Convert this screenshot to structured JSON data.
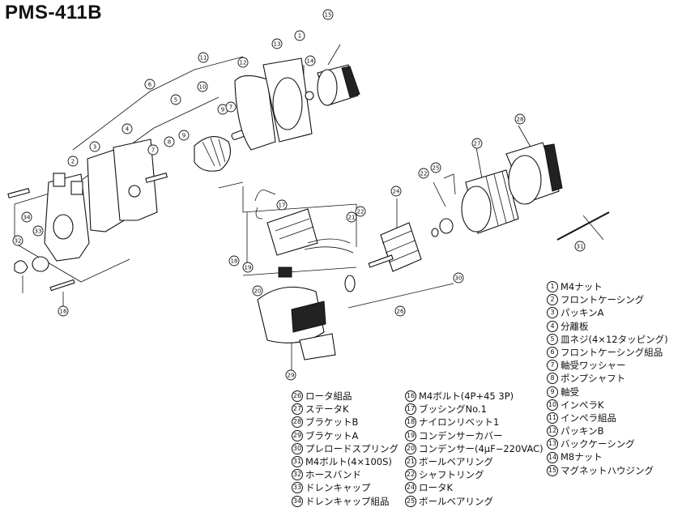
{
  "title": "PMS-411B",
  "legend_a": [
    {
      "num": "1",
      "label": "M4ナット"
    },
    {
      "num": "2",
      "label": "フロントケーシング"
    },
    {
      "num": "3",
      "label": "パッキンA"
    },
    {
      "num": "4",
      "label": "分離板"
    },
    {
      "num": "5",
      "label": "皿ネジ(4×12タッピング)"
    },
    {
      "num": "6",
      "label": "フロントケーシング組品"
    },
    {
      "num": "7",
      "label": "軸受ワッシャー"
    },
    {
      "num": "8",
      "label": "ポンプシャフト"
    },
    {
      "num": "9",
      "label": "軸受"
    },
    {
      "num": "10",
      "label": "インペラK"
    },
    {
      "num": "11",
      "label": "インペラ組品"
    },
    {
      "num": "12",
      "label": "パッキンB"
    },
    {
      "num": "13",
      "label": "バックケーシング"
    },
    {
      "num": "14",
      "label": "M8ナット"
    },
    {
      "num": "15",
      "label": "マグネットハウジング"
    }
  ],
  "legend_b": [
    {
      "num": "16",
      "label": "M4ボルト(4P+45 3P)"
    },
    {
      "num": "17",
      "label": "ブッシングNo.1"
    },
    {
      "num": "18",
      "label": "ナイロンリベット1"
    },
    {
      "num": "19",
      "label": "コンデンサーカバー"
    },
    {
      "num": "20",
      "label": "コンデンサー(4μF−220VAC)"
    },
    {
      "num": "21",
      "label": "ボールベアリング"
    },
    {
      "num": "22",
      "label": "シャフトリング"
    },
    {
      "num": "24",
      "label": "ロータK"
    },
    {
      "num": "25",
      "label": "ボールベアリング"
    }
  ],
  "legend_c": [
    {
      "num": "26",
      "label": "ロータ組品"
    },
    {
      "num": "27",
      "label": "ステータK"
    },
    {
      "num": "28",
      "label": "ブラケットB"
    },
    {
      "num": "29",
      "label": "ブラケットA"
    },
    {
      "num": "30",
      "label": "プレロードスプリング"
    },
    {
      "num": "31",
      "label": "M4ボルト(4×100S)"
    },
    {
      "num": "32",
      "label": "ホースバンド"
    },
    {
      "num": "33",
      "label": "ドレンキャップ"
    },
    {
      "num": "34",
      "label": "ドレンキャップ組品"
    }
  ],
  "callouts": [
    "1",
    "2",
    "3",
    "4",
    "5",
    "6",
    "7",
    "8",
    "9",
    "10",
    "11",
    "12",
    "13",
    "14",
    "15",
    "16",
    "17",
    "18",
    "19",
    "20",
    "21",
    "22",
    "24",
    "25",
    "26",
    "27",
    "28",
    "29",
    "30",
    "31",
    "32",
    "33",
    "34"
  ]
}
